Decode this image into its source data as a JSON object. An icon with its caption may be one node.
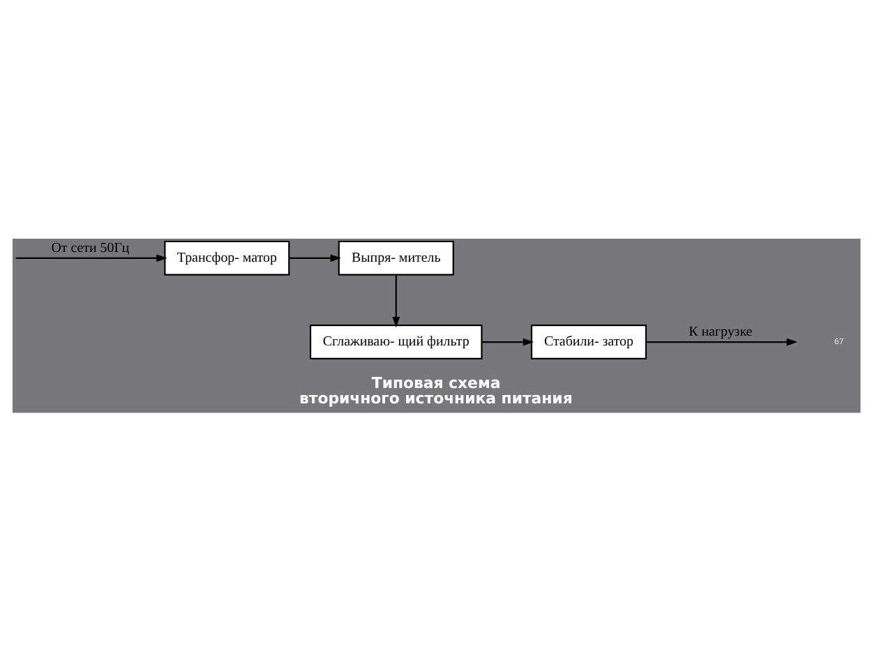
{
  "diagram": {
    "caption": "Типовая схема вторичного источника питания",
    "nodes": [
      {
        "text": [
          "Трансфор- матор"
        ]
      },
      {
        "text": [
          "Выпря- митель"
        ]
      },
      {
        "text": [
          "Сглаживаю- щий фильтр"
        ]
      },
      {
        "text": [
          "Стабили- затор"
        ]
      }
    ],
    "edges": [
      {
        "from": null,
        "to": 0,
        "arrow": "to",
        "label": "От сети 50Гц"
      },
      {
        "from": 0,
        "to": 1,
        "arrow": "to"
      },
      {
        "from": 1,
        "to": 2,
        "arrow": "to"
      },
      {
        "from": 2,
        "to": 3,
        "arrow": "to"
      },
      {
        "from": 3,
        "to": null,
        "arrow": "to",
        "label": "К нагрузке"
      }
    ],
    "labels": [
      "67"
    ]
  }
}
